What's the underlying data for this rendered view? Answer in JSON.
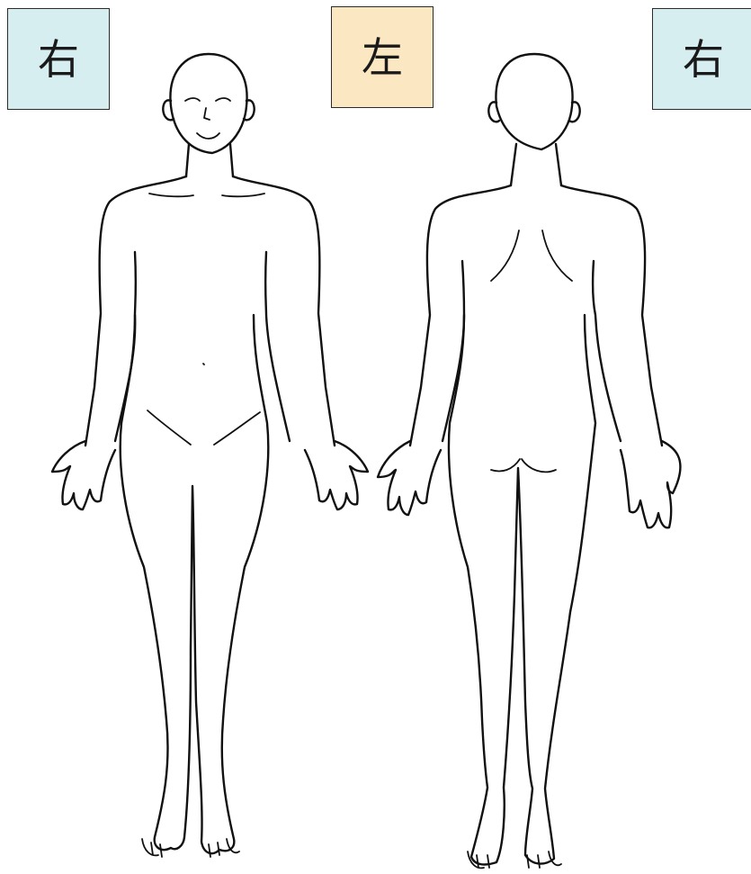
{
  "labels": {
    "right_front": "右",
    "left_front": "左",
    "right_back": "右"
  },
  "colors": {
    "right_label_fill": "#d6eef0",
    "left_label_fill": "#fbe7c2",
    "line": "#111111",
    "background": "#ffffff"
  }
}
